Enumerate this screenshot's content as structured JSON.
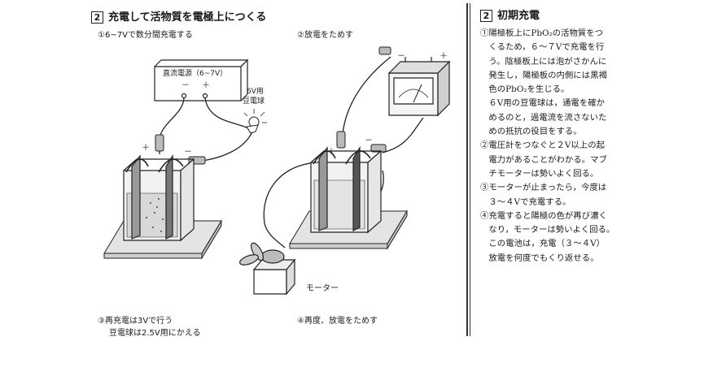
{
  "left": {
    "section_no": "2",
    "title": "充電して活物質を電極上につくる",
    "caption1": "①6~7Vで数分間充電する",
    "caption2": "②放電をためす",
    "caption3_line1": "③再充電は3Vで行う",
    "caption3_line2": "豆電球は2.5V用にかえる",
    "caption4": "④再度、放電をためす",
    "psu_label": "直流電源（6~7V）",
    "psu_minus": "－",
    "psu_plus": "＋",
    "bulb_label_line1": "6V用",
    "bulb_label_line2": "豆電球",
    "cell1_plus": "＋",
    "cell1_minus": "－",
    "cell2_plus": "＋",
    "cell2_minus": "－",
    "meter_minus": "－",
    "meter_plus": "＋",
    "motor_label": "モーター"
  },
  "right": {
    "section_no": "2",
    "title": "初期充電",
    "lines": [
      "①陽極板上にPbO₂の活物質をつ",
      "　くるため，６～７Vで充電を行",
      "　う。陰極板上には泡がさかんに",
      "　発生し，陽極板の内側には黒褐",
      "　色のPbO₂を生じる。",
      "　６V用の豆電球は，通電を確か",
      "　めるのと，過電流を流さないた",
      "　めの抵抗の役目をする。",
      "②電圧計をつなぐと２V以上の起",
      "　電力があることがわかる。マブ",
      "　チモーターは勢いよく回る。",
      "③モーターが止まったら，今度は",
      "　３～４Vで充電する。",
      "④充電すると陽極の色が再び濃く",
      "　なり，モーターは勢いよく回る。",
      "　この電池は，充電（３～４V）",
      "　放電を何度でもくり返せる。"
    ]
  }
}
